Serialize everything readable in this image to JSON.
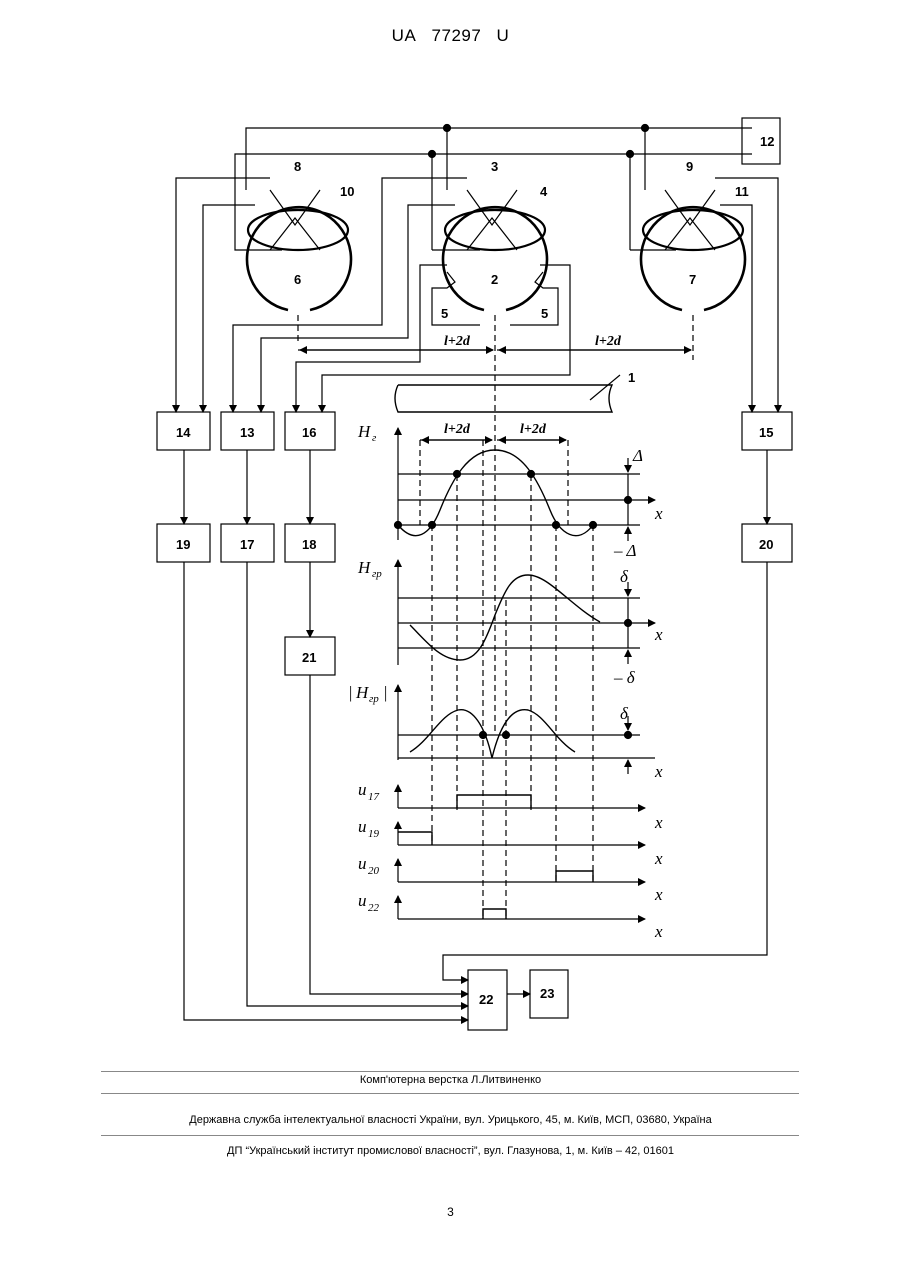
{
  "header": {
    "country": "UA",
    "number": "77297",
    "kind": "U"
  },
  "figure": {
    "block_labels": {
      "b1": "1",
      "b2": "2",
      "b3": "3",
      "b4": "4",
      "b5": "5",
      "b6": "6",
      "b7": "7",
      "b8": "8",
      "b9": "9",
      "b10": "10",
      "b11": "11",
      "b12": "12",
      "b13": "13",
      "b14": "14",
      "b15": "15",
      "b16": "16",
      "b17": "17",
      "b18": "18",
      "b19": "19",
      "b20": "20",
      "b21": "21",
      "b22": "22",
      "b23": "23"
    },
    "distance_label": "l+2d",
    "axis_x": "x",
    "y_labels": {
      "hg": "H",
      "hg_sub": "г",
      "hgr": "H",
      "hgr_sub": "гр",
      "abs_hgr": "H",
      "abs_sub": "гр"
    },
    "thresholds": {
      "delta": "Δ",
      "neg_delta": "– Δ",
      "small_delta": "δ",
      "neg_small_delta": "– δ"
    },
    "signals": {
      "u": "u",
      "u17": "17",
      "u19": "19",
      "u20": "20",
      "u22": "22"
    }
  },
  "footer": {
    "line1": "Комп'ютерна верстка Л.Литвиненко",
    "line2": "Державна служба інтелектуальної власності України, вул. Урицького, 45, м. Київ, МСП, 03680, Україна",
    "line3": "ДП “Український інститут промислової власності”, вул. Глазунова, 1, м. Київ – 42, 01601"
  },
  "page_number": "3"
}
